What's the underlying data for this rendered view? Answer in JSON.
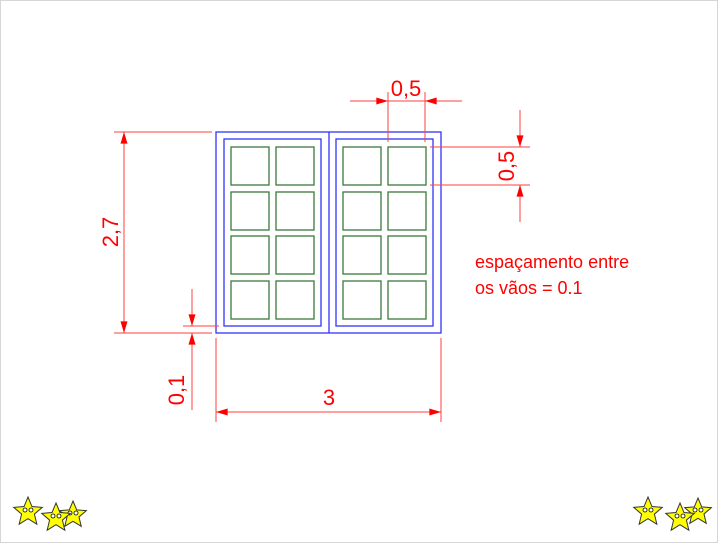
{
  "dimensions": {
    "top_width": "0,5",
    "right_height": "0,5",
    "total_height": "2,7",
    "frame_gap": "0,1",
    "total_width": "3"
  },
  "note": {
    "line1": "espaçamento entre",
    "line2": "os vãos = 0.1"
  },
  "colors": {
    "dimension": "#ff0000",
    "frame": "#3333ff",
    "panes": "#2e7d32"
  },
  "decorations": {
    "left": "stars-icon",
    "right": "stars-icon"
  }
}
